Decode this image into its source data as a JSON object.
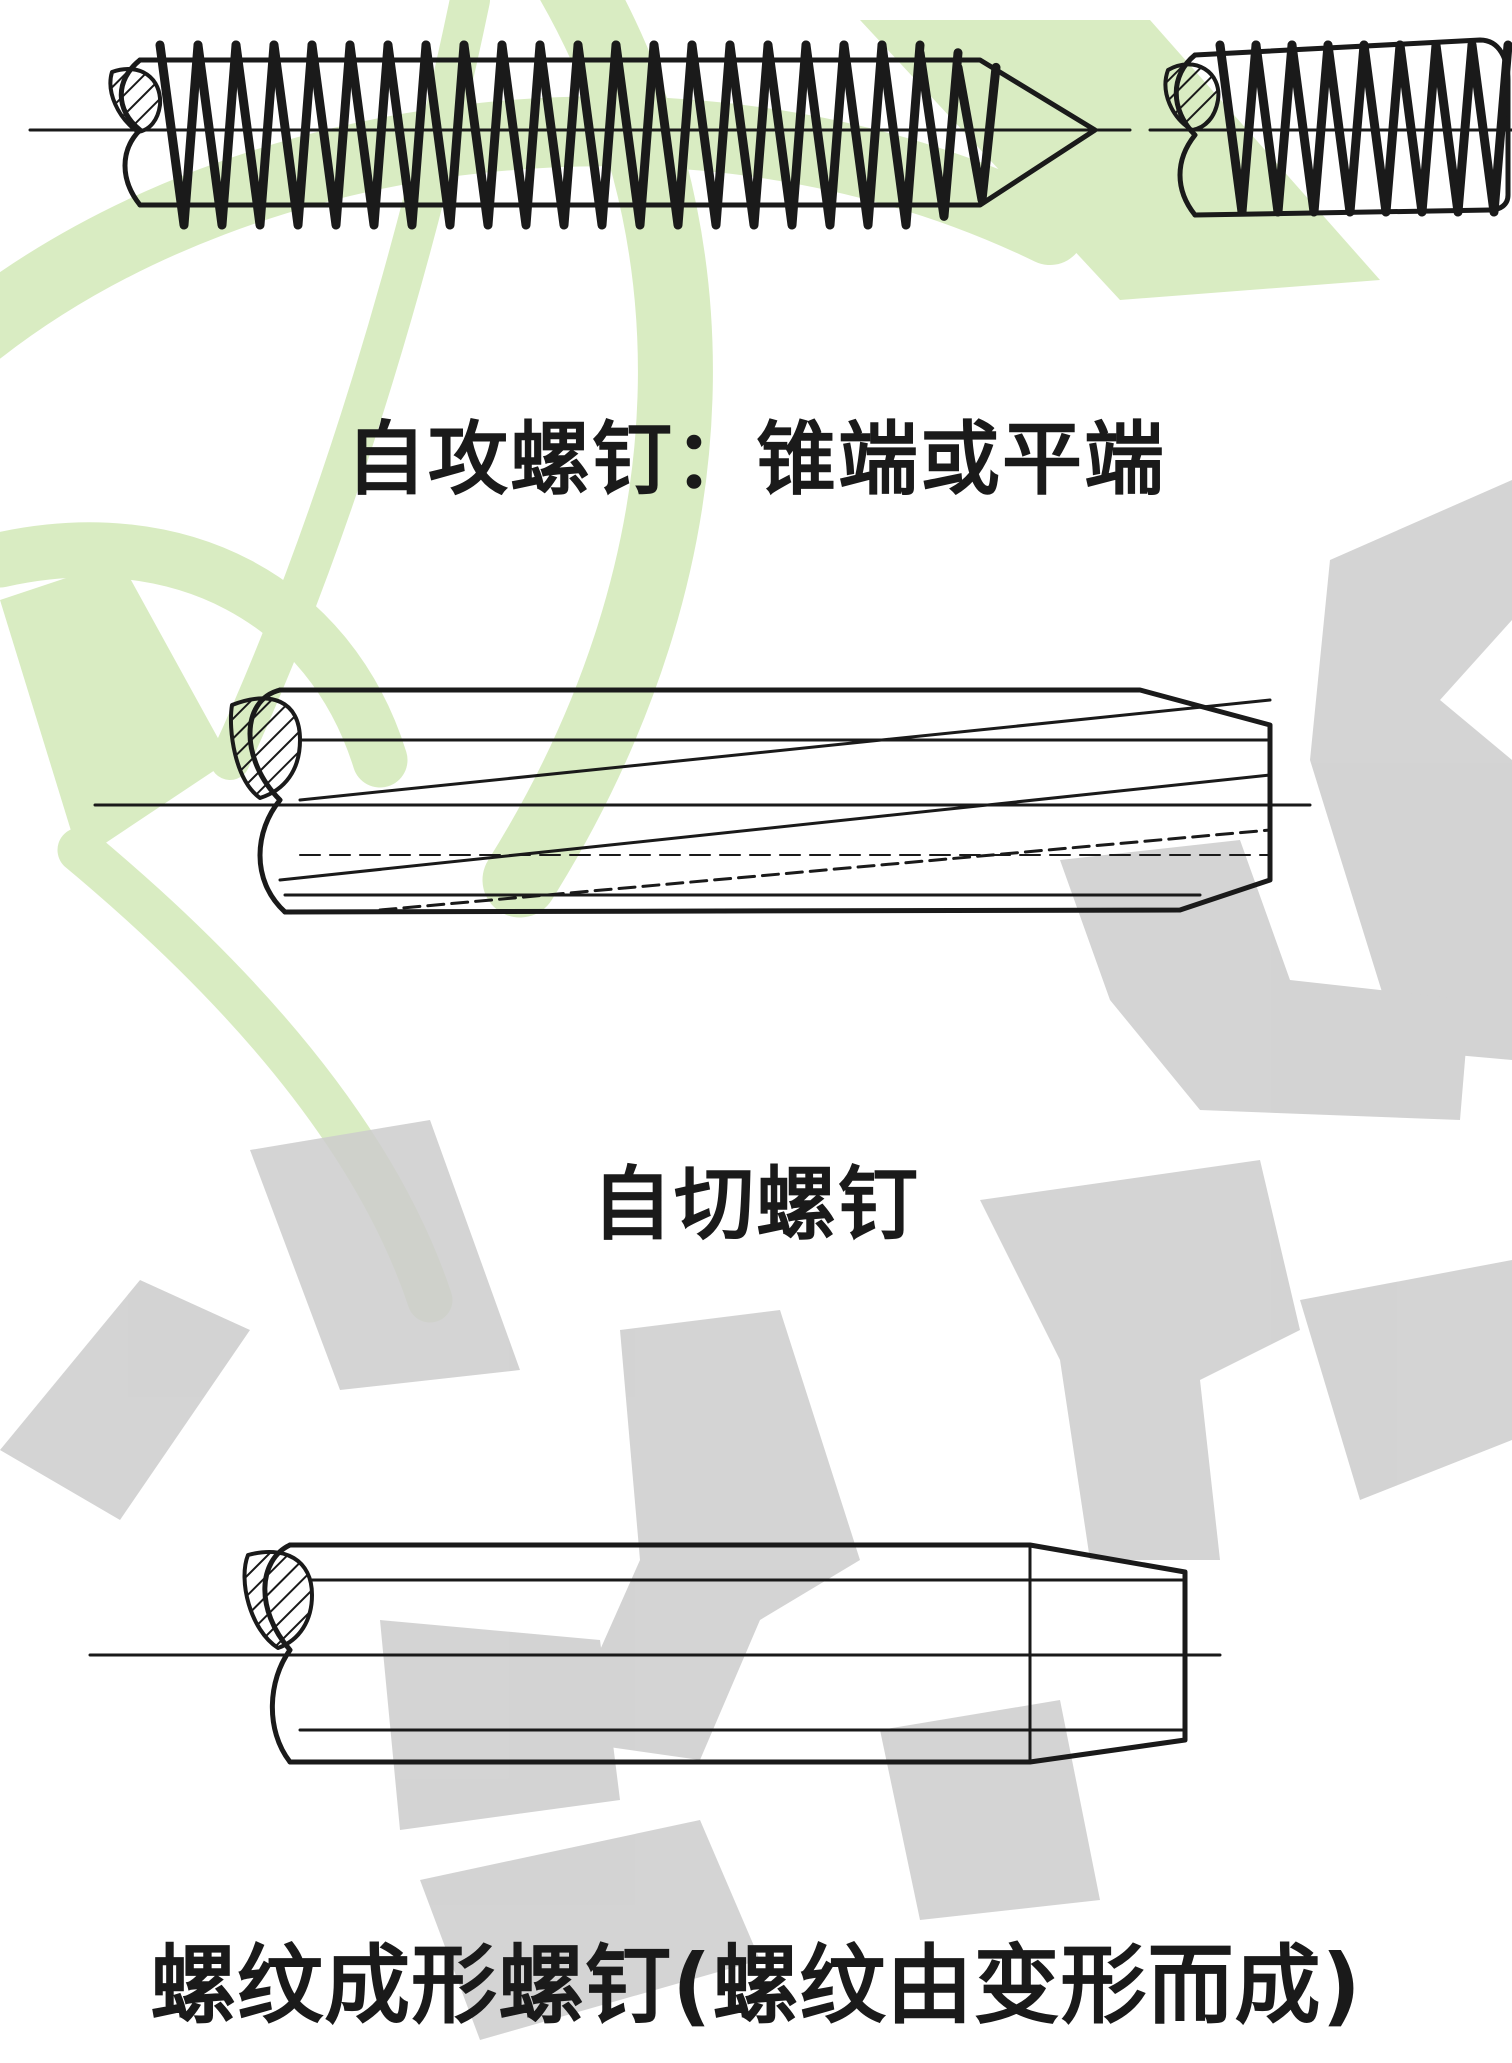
{
  "figures": [
    {
      "caption": "自攻螺钉：锥端或平端"
    },
    {
      "caption": "自切螺钉"
    },
    {
      "caption": "螺纹成形螺钉(螺纹由变形而成)"
    }
  ],
  "watermark": {
    "text": "汗德",
    "color": "#cccccc",
    "logo_color": "#d9ecc2"
  },
  "colors": {
    "ink": "#1a1a1a",
    "paper": "#ffffff"
  }
}
